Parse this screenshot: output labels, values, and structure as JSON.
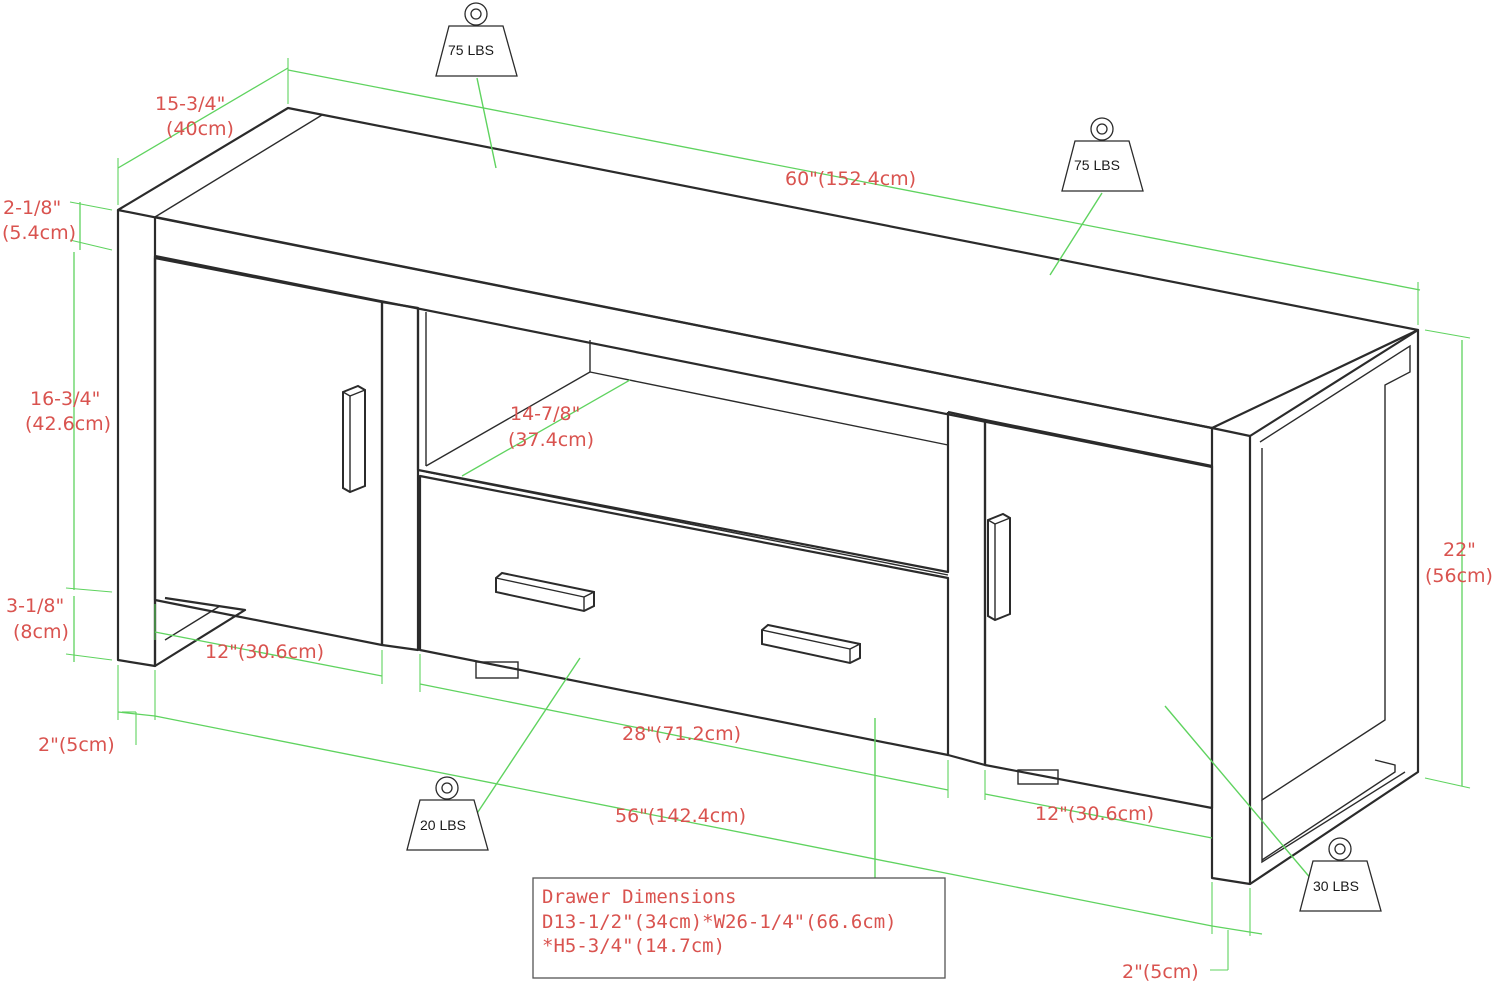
{
  "dimensions": {
    "depth": {
      "fraction": "15-3/4\"",
      "metric": "(40cm)"
    },
    "width": "60\"(152.4cm)",
    "top_thickness": {
      "fraction": "2-1/8\"",
      "metric": "(5.4cm)"
    },
    "cabinet_height": {
      "fraction": "16-3/4\"",
      "metric": "(42.6cm)"
    },
    "leg_clearance": {
      "fraction": "3-1/8\"",
      "metric": "(8cm)"
    },
    "left_cabinet_width": "12\"(30.6cm)",
    "shelf_depth": {
      "fraction": "14-7/8\"",
      "metric": "(37.4cm)"
    },
    "center_width": "28\"(71.2cm)",
    "right_cabinet_width": "12\"(30.6cm)",
    "inner_width": "56\"(142.4cm)",
    "overall_height": {
      "fraction": "22\"",
      "metric": "(56cm)"
    },
    "left_side_thickness": "2\"(5cm)",
    "right_side_thickness": "2\"(5cm)"
  },
  "weight_capacities": {
    "top_left": "75 LBS",
    "top_right": "75 LBS",
    "drawer": "20 LBS",
    "cabinet": "30 LBS"
  },
  "drawer_note": {
    "title": "Drawer Dimensions",
    "line1": "D13-1/2\"(34cm)*W26-1/4\"(66.6cm)",
    "line2": "*H5-3/4\"(14.7cm)"
  }
}
